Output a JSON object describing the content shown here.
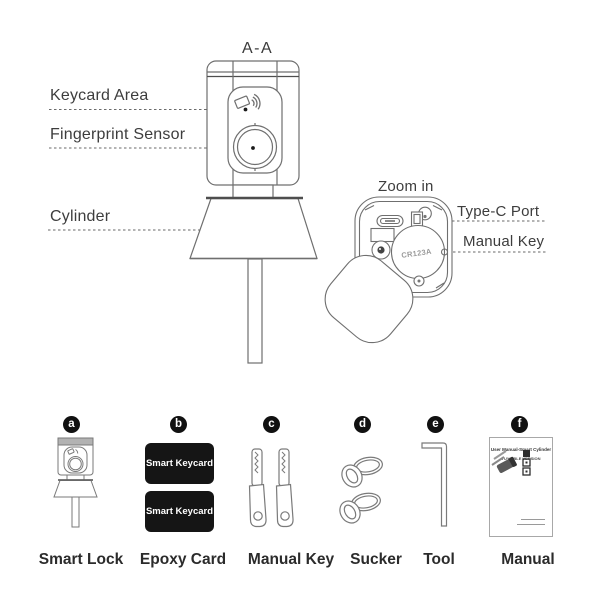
{
  "page": {
    "title": "A-A"
  },
  "section_view": {
    "labels": {
      "keycard_area": "Keycard Area",
      "fingerprint_sensor": "Fingerprint Sensor",
      "cylinder": "Cylinder"
    }
  },
  "zoom_view": {
    "title": "Zoom in",
    "labels": {
      "type_c_port": "Type-C Port",
      "manual_key": "Manual Key"
    },
    "battery_label": "CR123A"
  },
  "parts_list": {
    "items": [
      {
        "letter": "a",
        "name": "Smart Lock"
      },
      {
        "letter": "b",
        "name": "Epoxy Card"
      },
      {
        "letter": "c",
        "name": "Manual Key"
      },
      {
        "letter": "d",
        "name": "Sucker"
      },
      {
        "letter": "e",
        "name": "Tool"
      },
      {
        "letter": "f",
        "name": "Manual"
      }
    ],
    "keycard_text": "Smart Keycard",
    "manual_cover": {
      "title": "User Manual-Smart Cylinder",
      "subtitle": "TUYA-BLE VERSION"
    }
  },
  "icons": {
    "keycard_area": "nfc-card-waves-icon",
    "fingerprint_sensor": "sensor-dot-icon",
    "type_c": "usb-c-port-icon",
    "battery": "coin-cell-battery-icon",
    "tool": "hex-key-icon"
  },
  "colors": {
    "line": "#6f6f6f",
    "line_dark": "#4e4e4e",
    "text": "#3d3d3d",
    "label_bold": "#2b2b2b",
    "card_bg": "#151515",
    "badge_bg": "#111111"
  }
}
